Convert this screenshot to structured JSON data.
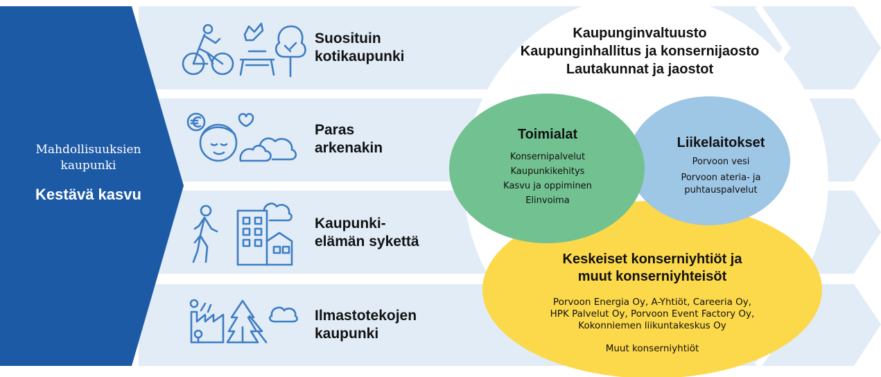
{
  "vision": {
    "line1": "Mahdollisuuksien",
    "line2": "kaupunki",
    "main": "Kestävä kasvu"
  },
  "goals": [
    {
      "line1": "Suosituin",
      "line2": "kotikaupunki",
      "icon": "bicycle-table-tree-icon"
    },
    {
      "line1": "Paras",
      "line2": "arkenakin",
      "icon": "person-heart-cloud-icon"
    },
    {
      "line1": "Kaupunki-",
      "line2": "elämän sykettä",
      "icon": "walker-buildings-icon"
    },
    {
      "line1": "Ilmastotekojen",
      "line2": "kaupunki",
      "icon": "factory-forest-icon"
    }
  ],
  "governance": [
    "Kaupunginvaltuusto",
    "Kaupunginhallitus ja konsernijaosto",
    "Lautakunnat ja jaostot"
  ],
  "toimialat": {
    "title": "Toimialat",
    "items": [
      "Konsernipalvelut",
      "Kaupunkikehitys",
      "Kasvu ja oppiminen",
      "Elinvoima"
    ]
  },
  "liikelaitokset": {
    "title": "Liikelaitokset",
    "items": [
      "Porvoon vesi",
      "Porvoon ateria- ja",
      "puhtauspalvelut"
    ]
  },
  "konserni": {
    "title1": "Keskeiset konserniyhtiöt ja",
    "title2": "muut konserniyhteisöt",
    "items": [
      "Porvoon Energia Oy, A-Yhtiöt, Careeria Oy,",
      "HPK Palvelut Oy, Porvoon Event Factory Oy,",
      "Kokonniemen liikuntakeskus Oy"
    ],
    "footer": "Muut konserniyhtiöt"
  },
  "colors": {
    "navy": "#1d5aa6",
    "band": "#e1ecf7",
    "iconBlue": "#3d7cc3",
    "green": "#72c191",
    "lightBlue": "#9ec6e5",
    "yellow": "#fcd84b"
  }
}
